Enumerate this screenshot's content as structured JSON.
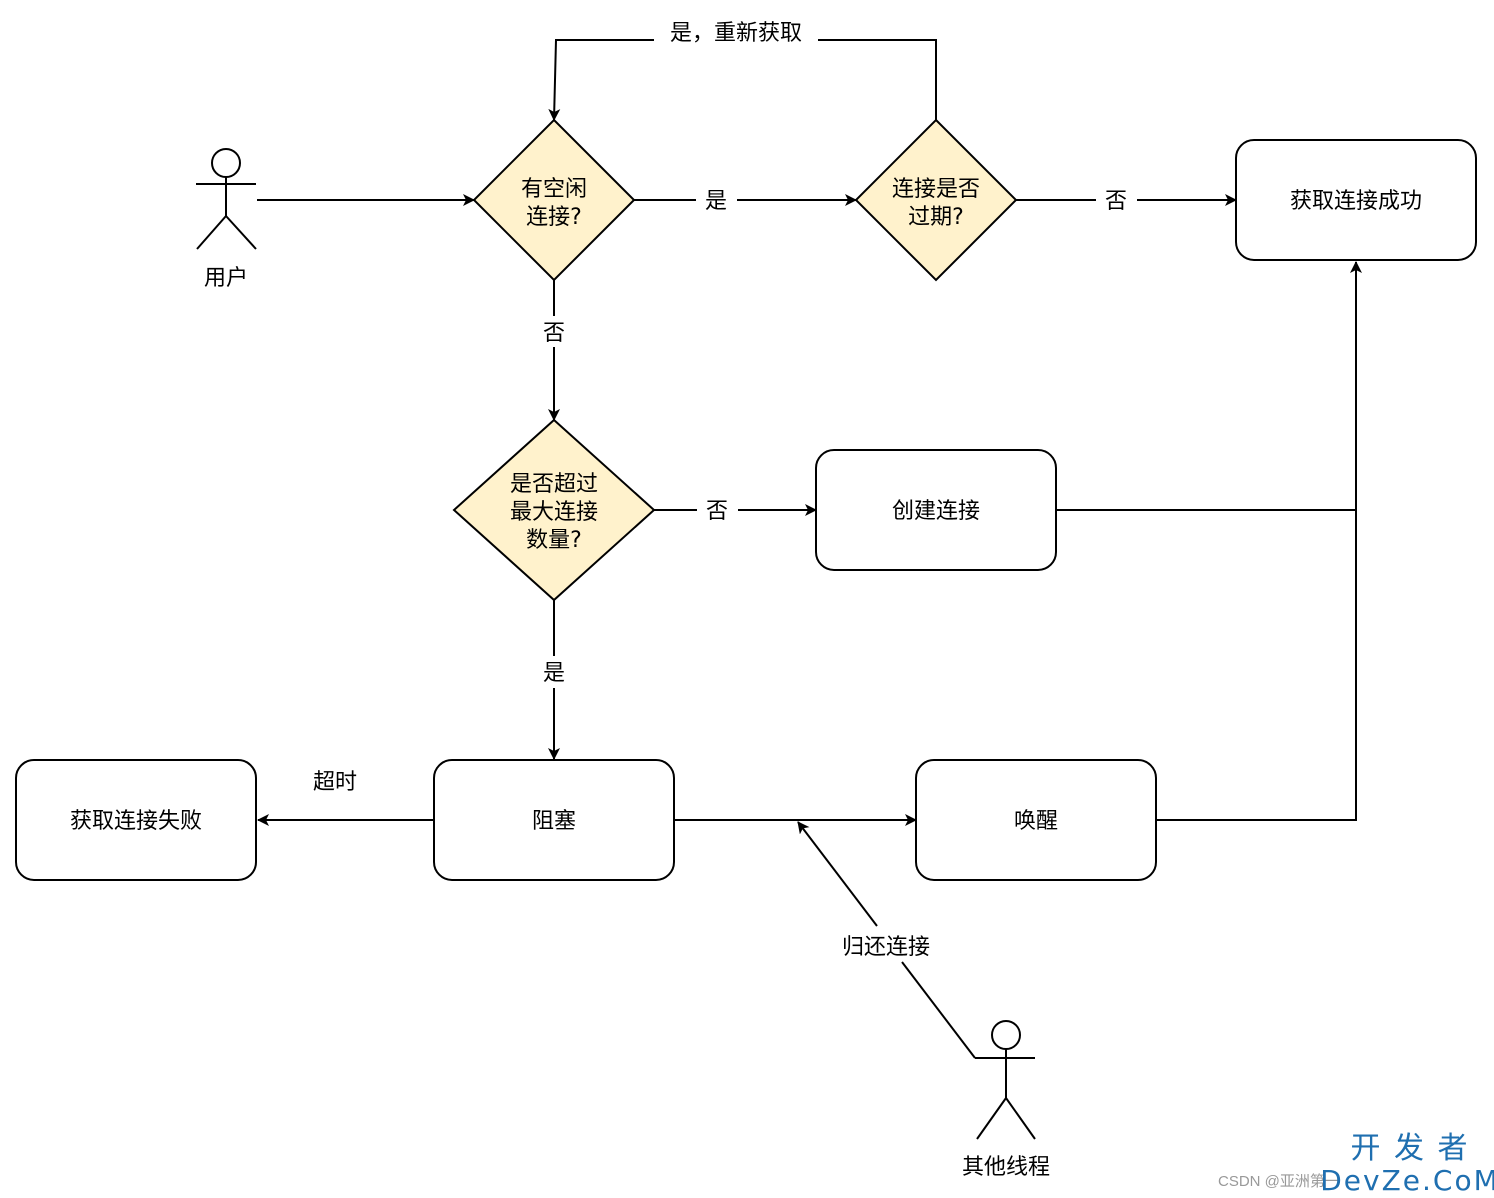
{
  "nodes": {
    "user": "用户",
    "has_idle": [
      "有空闲",
      "连接?"
    ],
    "expired": [
      "连接是否",
      "过期?"
    ],
    "success": "获取连接成功",
    "over_max": [
      "是否超过",
      "最大连接",
      "数量?"
    ],
    "create": "创建连接",
    "block": "阻塞",
    "fail": "获取连接失败",
    "wake": "唤醒",
    "other_thread": "其他线程"
  },
  "edges": {
    "retry": "是，重新获取",
    "idle_yes": "是",
    "expired_no": "否",
    "idle_no": "否",
    "max_no": "否",
    "max_yes": "是",
    "timeout": "超时",
    "return_conn": "归还连接"
  },
  "watermark": {
    "csdn": "CSDN @亚洲第一",
    "brand_top": "开 发 者",
    "brand_bottom": "DevZe.CoM"
  },
  "colors": {
    "decision_fill": "#fff2cc",
    "process_fill": "#ffffff",
    "stroke": "#000000",
    "brand": "#1f6fb0"
  }
}
